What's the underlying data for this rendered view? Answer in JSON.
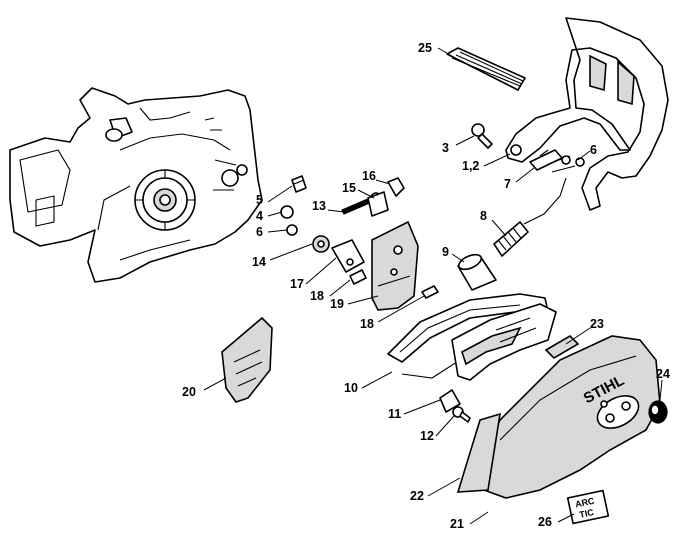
{
  "labels": [
    {
      "id": "25",
      "text": "25"
    },
    {
      "id": "3",
      "text": "3"
    },
    {
      "id": "1-2",
      "text": "1,2"
    },
    {
      "id": "6a",
      "text": "6"
    },
    {
      "id": "7",
      "text": "7"
    },
    {
      "id": "5",
      "text": "5"
    },
    {
      "id": "4",
      "text": "4"
    },
    {
      "id": "6b",
      "text": "6"
    },
    {
      "id": "16",
      "text": "16"
    },
    {
      "id": "15",
      "text": "15"
    },
    {
      "id": "13",
      "text": "13"
    },
    {
      "id": "8",
      "text": "8"
    },
    {
      "id": "14",
      "text": "14"
    },
    {
      "id": "9",
      "text": "9"
    },
    {
      "id": "17",
      "text": "17"
    },
    {
      "id": "18a",
      "text": "18"
    },
    {
      "id": "19",
      "text": "19"
    },
    {
      "id": "18b",
      "text": "18"
    },
    {
      "id": "23",
      "text": "23"
    },
    {
      "id": "20",
      "text": "20"
    },
    {
      "id": "10",
      "text": "10"
    },
    {
      "id": "24",
      "text": "24"
    },
    {
      "id": "11",
      "text": "11"
    },
    {
      "id": "12",
      "text": "12"
    },
    {
      "id": "22",
      "text": "22"
    },
    {
      "id": "21",
      "text": "21"
    },
    {
      "id": "26",
      "text": "26"
    }
  ],
  "branding": {
    "stihl_logo": "STIHL",
    "arctic_badge_line1": "ARC",
    "arctic_badge_line2": "TIC"
  }
}
